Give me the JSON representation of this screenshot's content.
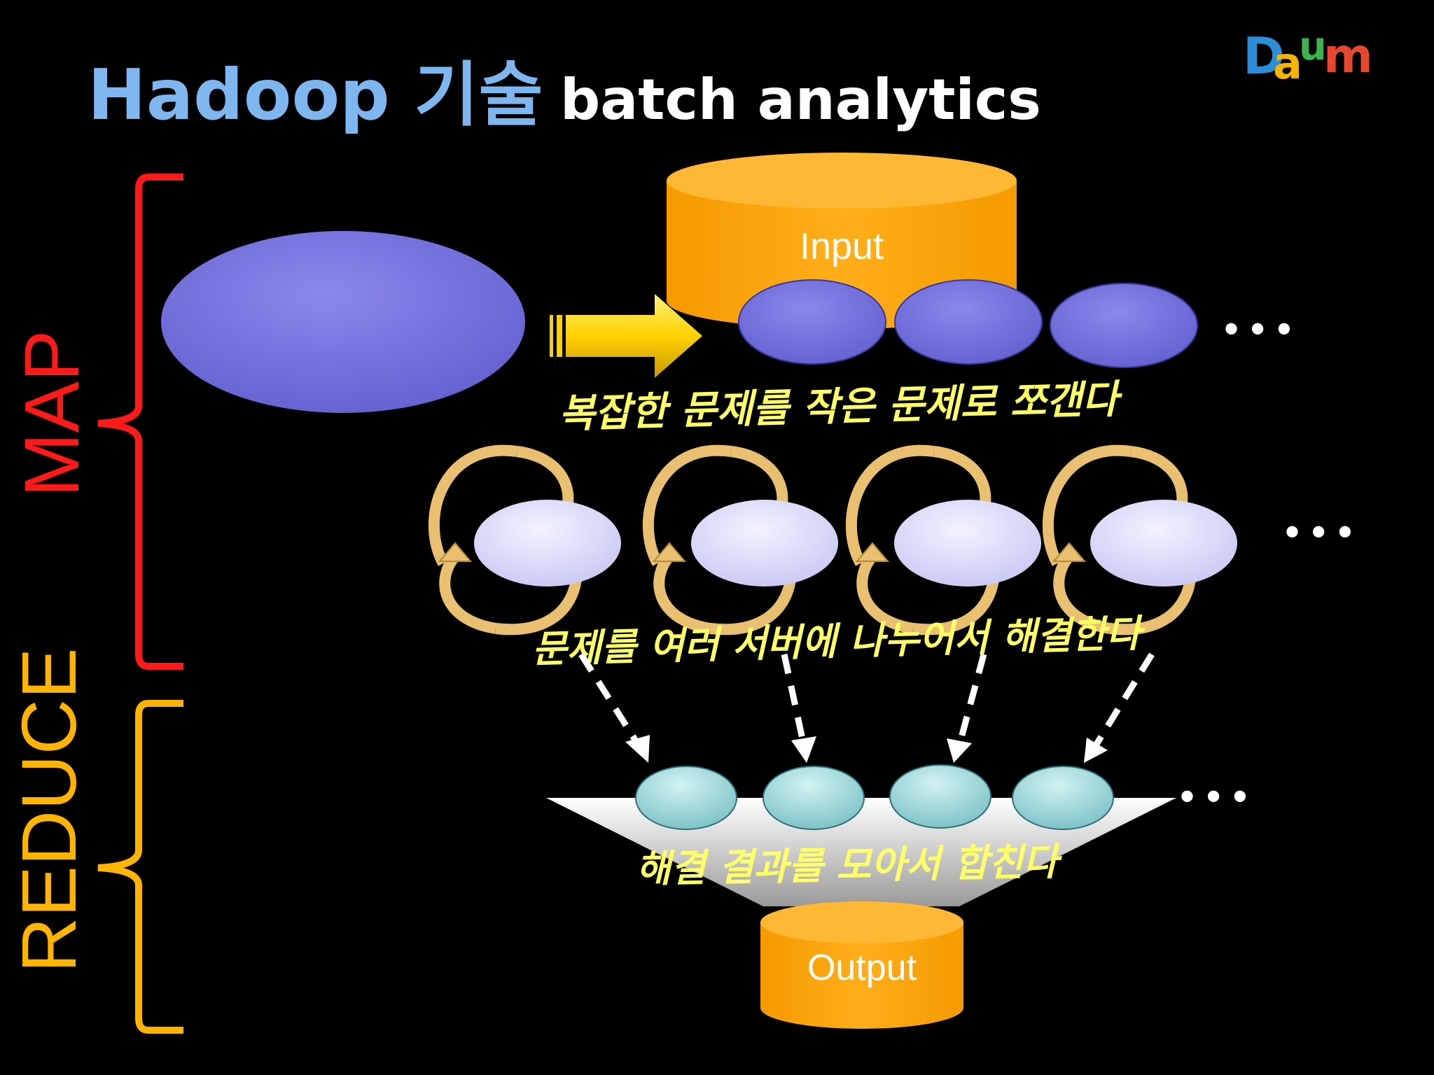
{
  "title": {
    "main": "Hadoop 기술",
    "sub": "batch analytics"
  },
  "logo": {
    "letters": [
      "D",
      "a",
      "u",
      "m"
    ],
    "colors": [
      "#2a8fd6",
      "#f4b400",
      "#3cb44b",
      "#e8472f"
    ]
  },
  "phases": {
    "map": "MAP",
    "reduce": "REDUCE"
  },
  "storage": {
    "input": "Input",
    "output": "Output"
  },
  "captions": {
    "split": "복잡한 문제를 작은 문제로 쪼갠다",
    "distribute": "문제를 여러 서버에 나누어서 해결한다",
    "merge": "해결 결과를 모아서 합친다"
  },
  "ellipsis": "• • •",
  "colors": {
    "title": "#7eb6f0",
    "title_sub": "#ffffff",
    "map": "#ff1a1a",
    "reduce": "#ffb400",
    "cylinder": "#ffa500",
    "task_big": "#7b78e0",
    "task_small": "#e0e0ff",
    "result": "#a8dde0",
    "caption": "#ffff66",
    "arrow": "#ffd700"
  }
}
